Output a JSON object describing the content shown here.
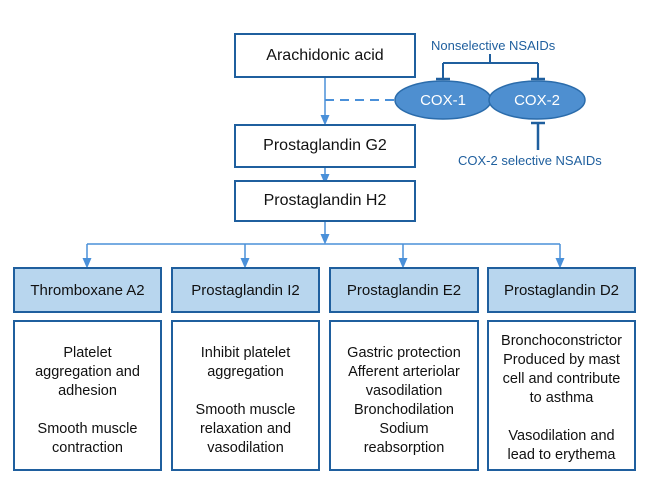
{
  "pathway": {
    "arachidonic_acid": "Arachidonic acid",
    "pgg2": "Prostaglandin G2",
    "pgh2": "Prostaglandin H2"
  },
  "enzymes": {
    "cox1": "COX-1",
    "cox2": "COX-2"
  },
  "inhibitors": {
    "nonselective": "Nonselective NSAIDs",
    "cox2_selective": "COX-2 selective NSAIDs"
  },
  "products": [
    {
      "name": "Thromboxane A2",
      "effects": [
        "Platelet",
        "aggregation and",
        "adhesion",
        "",
        "Smooth muscle",
        "contraction"
      ]
    },
    {
      "name": "Prostaglandin I2",
      "effects": [
        "Inhibit platelet",
        "aggregation",
        "",
        "Smooth muscle",
        "relaxation and",
        "vasodilation"
      ]
    },
    {
      "name": "Prostaglandin E2",
      "effects": [
        "Gastric protection",
        "Afferent arteriolar",
        "vasodilation",
        "Bronchodilation",
        "Sodium",
        "reabsorption"
      ]
    },
    {
      "name": "Prostaglandin D2",
      "effects": [
        "Bronchoconstrictor",
        "Produced by mast",
        "cell and contribute",
        "to asthma",
        "",
        "Vasodilation and",
        "lead to erythema"
      ]
    }
  ],
  "colors": {
    "line": "#4a90d9",
    "border": "#1f5f9e",
    "ellipse_fill": "#4e8fd0",
    "product_fill": "#b8d6ee"
  }
}
